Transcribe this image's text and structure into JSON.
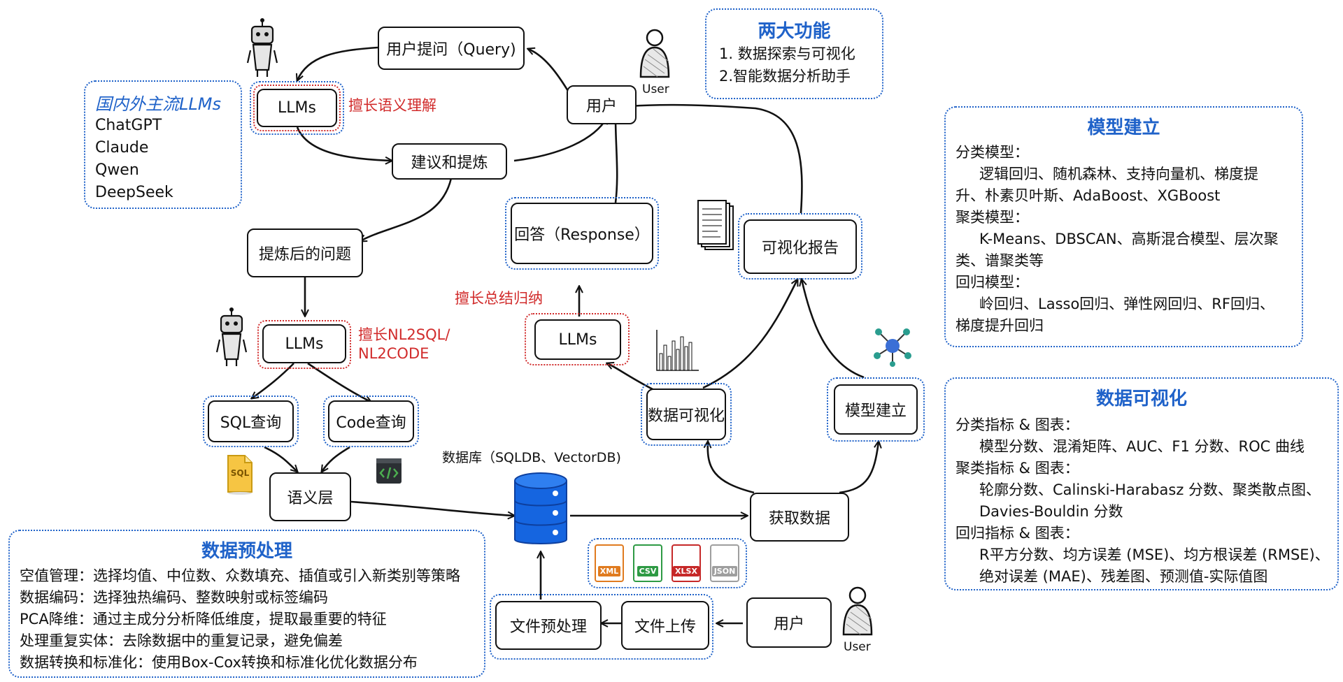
{
  "nodes": {
    "query": "用户提问（Query)",
    "user_top": "用户",
    "llms_top": "LLMs",
    "suggest": "建议和提炼",
    "refined": "提炼后的问题",
    "llms_mid": "LLMs",
    "sql_query": "SQL查询",
    "code_query": "Code查询",
    "semantic": "语义层",
    "response": "回答（Response）",
    "llms_resp": "LLMs",
    "report": "可视化报告",
    "dataviz": "数据可视化",
    "model": "模型建立",
    "fetch": "获取数据",
    "file_pre": "文件预处理",
    "upload": "文件上传",
    "user_bottom": "用户"
  },
  "notes": {
    "semantic_skill": "擅长语义理解",
    "nl2sql_line1": "擅长NL2SQL/",
    "nl2sql_line2": "NL2CODE",
    "summarize": "擅长总结归纳",
    "database": "数据库（SQLDB、VectorDB)",
    "user_label_top": "User",
    "user_label_bottom": "User"
  },
  "panel_llms": {
    "title": "国内外主流LLMs",
    "items": [
      "ChatGPT",
      "Claude",
      "Qwen",
      "DeepSeek"
    ]
  },
  "panel_functions": {
    "title": "两大功能",
    "items": [
      "1. 数据探索与可视化",
      "2.智能数据分析助手"
    ]
  },
  "panel_model": {
    "title": "模型建立",
    "lines": [
      {
        "text": "分类模型：",
        "indent": false
      },
      {
        "text": "逻辑回归、随机森林、支持向量机、梯度提",
        "indent": true
      },
      {
        "text": "升、朴素贝叶斯、AdaBoost、XGBoost",
        "indent": false
      },
      {
        "text": "聚类模型：",
        "indent": false
      },
      {
        "text": "K-Means、DBSCAN、高斯混合模型、层次聚",
        "indent": true
      },
      {
        "text": "类、谱聚类等",
        "indent": false
      },
      {
        "text": "回归模型：",
        "indent": false
      },
      {
        "text": "岭回归、Lasso回归、弹性网回归、RF回归、",
        "indent": true
      },
      {
        "text": "梯度提升回归",
        "indent": false
      }
    ]
  },
  "panel_viz": {
    "title": "数据可视化",
    "lines": [
      {
        "text": "分类指标 & 图表：",
        "indent": false
      },
      {
        "text": "模型分数、混淆矩阵、AUC、F1 分数、ROC 曲线",
        "indent": true
      },
      {
        "text": "聚类指标 & 图表：",
        "indent": false
      },
      {
        "text": "轮廓分数、Calinski-Harabasz 分数、聚类散点图、",
        "indent": true
      },
      {
        "text": "Davies-Bouldin 分数",
        "indent": true
      },
      {
        "text": "回归指标 & 图表：",
        "indent": false
      },
      {
        "text": "R平方分数、均方误差 (MSE)、均方根误差 (RMSE)、",
        "indent": true
      },
      {
        "text": "绝对误差 (MAE)、残差图、预测值-实际值图",
        "indent": true
      }
    ]
  },
  "panel_pre": {
    "title": "数据预处理",
    "lines": [
      "空值管理：选择均值、中位数、众数填充、插值或引入新类别等策略",
      "数据编码：选择独热编码、整数映射或标签编码",
      "PCA降维：通过主成分分析降低维度，提取最重要的特征",
      "处理重复实体：去除数据中的重复记录，避免偏差",
      "数据转换和标准化：使用Box-Cox转换和标准化优化数据分布"
    ]
  },
  "files": [
    {
      "label": "XML",
      "color": "#e07b1f"
    },
    {
      "label": "CSV",
      "color": "#2e9a44"
    },
    {
      "label": "XLSX",
      "color": "#c62828"
    },
    {
      "label": "JSON",
      "color": "#9e9e9e"
    }
  ],
  "icon_labels": {
    "sql": "SQL"
  },
  "colors": {
    "accent_blue": "#1f62c9",
    "accent_red": "#d12b2b",
    "db_blue": "#1565e0"
  }
}
